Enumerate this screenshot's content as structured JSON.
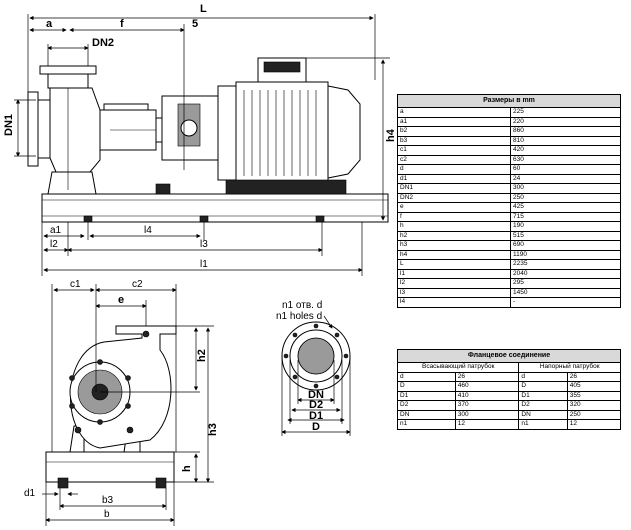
{
  "dimension_labels": {
    "L": "L",
    "a": "a",
    "f": "f",
    "s": "5",
    "DN2": "DN2",
    "DN1": "DN1",
    "h4": "h4",
    "a1": "a1",
    "l4": "l4",
    "l2": "l2",
    "l3": "l3",
    "l1": "l1",
    "c1": "c1",
    "c2": "c2",
    "e": "e",
    "h2": "h2",
    "h3": "h3",
    "h": "h",
    "d1": "d1",
    "b3": "b3",
    "b": "b",
    "n1_holes_ru": "n1 отв. d",
    "n1_holes_en": "n1 holes d",
    "DN": "DN",
    "D2": "D2",
    "D1": "D1",
    "D": "D"
  },
  "dimensions_table": {
    "title": "Размеры в mm",
    "rows": [
      {
        "k": "a",
        "v": "225"
      },
      {
        "k": "a1",
        "v": "220"
      },
      {
        "k": "b2",
        "v": "860"
      },
      {
        "k": "b3",
        "v": "810"
      },
      {
        "k": "c1",
        "v": "420"
      },
      {
        "k": "c2",
        "v": "630"
      },
      {
        "k": "d",
        "v": "60"
      },
      {
        "k": "d1",
        "v": "24"
      },
      {
        "k": "DN1",
        "v": "300"
      },
      {
        "k": "DN2",
        "v": "250"
      },
      {
        "k": "e",
        "v": "425"
      },
      {
        "k": "f",
        "v": "715"
      },
      {
        "k": "h",
        "v": "190"
      },
      {
        "k": "h2",
        "v": "515"
      },
      {
        "k": "h3",
        "v": "690"
      },
      {
        "k": "h4",
        "v": "1190"
      },
      {
        "k": "L",
        "v": "2235"
      },
      {
        "k": "l1",
        "v": "2040"
      },
      {
        "k": "l2",
        "v": "295"
      },
      {
        "k": "l3",
        "v": "1450"
      },
      {
        "k": "l4",
        "v": "-"
      }
    ]
  },
  "flange_table": {
    "title": "Фланцевое соединение",
    "suction_header": "Всасывающий патрубок",
    "discharge_header": "Напорный патрубок",
    "rows": [
      {
        "k1": "d",
        "v1": "26",
        "k2": "d",
        "v2": "26"
      },
      {
        "k1": "D",
        "v1": "460",
        "k2": "D",
        "v2": "405"
      },
      {
        "k1": "D1",
        "v1": "410",
        "k2": "D1",
        "v2": "355"
      },
      {
        "k1": "D2",
        "v1": "370",
        "k2": "D2",
        "v2": "320"
      },
      {
        "k1": "DN",
        "v1": "300",
        "k2": "DN",
        "v2": "250"
      },
      {
        "k1": "n1",
        "v1": "12",
        "k2": "n1",
        "v2": "12"
      }
    ]
  }
}
